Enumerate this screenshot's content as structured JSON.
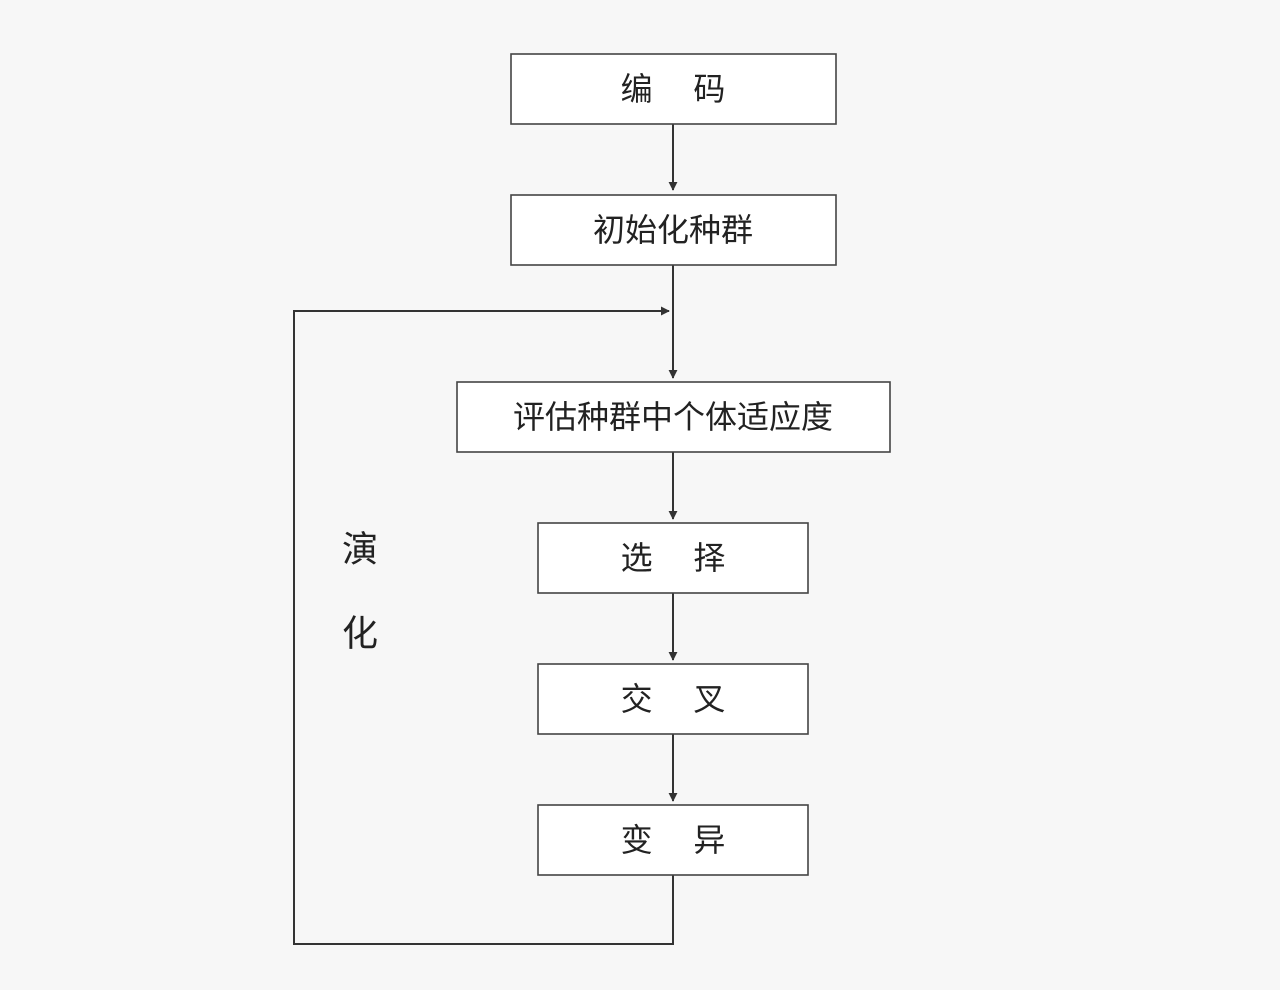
{
  "flowchart": {
    "nodes": [
      {
        "id": "encode",
        "label": "编    码"
      },
      {
        "id": "init",
        "label": "初始化种群"
      },
      {
        "id": "evaluate",
        "label": "评估种群中个体适应度"
      },
      {
        "id": "select",
        "label": "选    择"
      },
      {
        "id": "crossover",
        "label": "交    叉"
      },
      {
        "id": "mutate",
        "label": "变    异"
      }
    ],
    "edges": [
      {
        "from": "encode",
        "to": "init"
      },
      {
        "from": "init",
        "to": "evaluate"
      },
      {
        "from": "evaluate",
        "to": "select"
      },
      {
        "from": "select",
        "to": "crossover"
      },
      {
        "from": "crossover",
        "to": "mutate"
      },
      {
        "from": "mutate",
        "to": "evaluate",
        "type": "loop"
      }
    ],
    "loop_label": [
      "演",
      "化"
    ]
  }
}
